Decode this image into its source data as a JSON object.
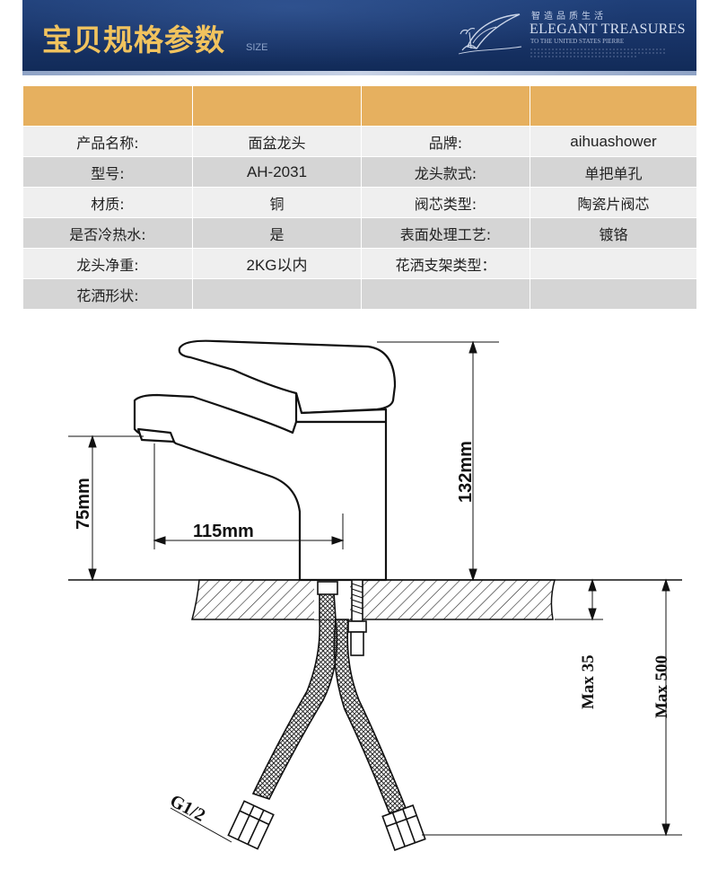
{
  "banner": {
    "title": "宝贝规格参数",
    "subtitle": "SIZE",
    "brand_cn": "智造品质生活",
    "brand_en": "ELEGANT TREASURES",
    "brand_tagline": "TO THE UNITED STATES PIERRE"
  },
  "specs": {
    "header": [
      "",
      "",
      "",
      ""
    ],
    "rows": [
      {
        "label1": "产品名称:",
        "value1": "面盆龙头",
        "label2": "品牌:",
        "value2": "aihuashower"
      },
      {
        "label1": "型号:",
        "value1": "AH-2031",
        "label2": "龙头款式:",
        "value2": "单把单孔"
      },
      {
        "label1": "材质:",
        "value1": "铜",
        "label2": "阀芯类型:",
        "value2": "陶瓷片阀芯"
      },
      {
        "label1": "是否冷热水:",
        "value1": "是",
        "label2": "表面处理工艺:",
        "value2": "镀铬"
      },
      {
        "label1": "龙头净重:",
        "value1": "2KG以内",
        "label2": "花洒支架类型：",
        "value2": ""
      },
      {
        "label1": "花洒形状:",
        "value1": "",
        "label2": "",
        "value2": ""
      }
    ]
  },
  "drawing": {
    "dim_height": "132mm",
    "dim_spout_height": "75mm",
    "dim_reach": "115mm",
    "dim_max_thickness": "Max 35",
    "dim_max_hose": "Max 500",
    "thread_label": "G1/2"
  },
  "colors": {
    "banner_bg": "#173265",
    "title_gold": "#f1c35e",
    "table_header": "#e6b05f",
    "row_light": "#efefef",
    "row_dark": "#d5d5d5"
  }
}
